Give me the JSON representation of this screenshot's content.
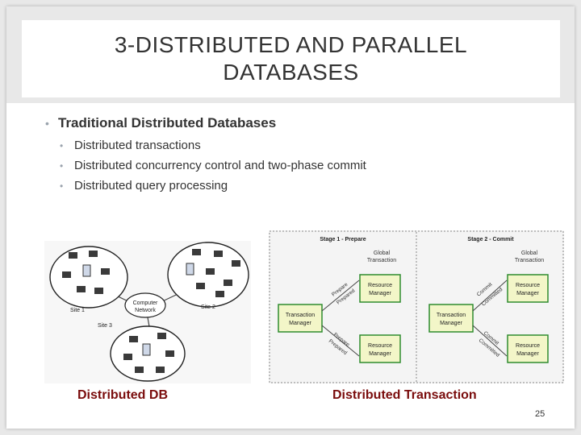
{
  "title": "3-DISTRIBUTED AND PARALLEL DATABASES",
  "bullets": {
    "main": "Traditional Distributed Databases",
    "sub": [
      "Distributed transactions",
      "Distributed concurrency control and two-phase commit",
      "Distributed query processing"
    ]
  },
  "figure_left": {
    "site1": "Site 1",
    "site2": "Site 2",
    "site3": "Site 3",
    "network_line1": "Computer",
    "network_line2": "Network"
  },
  "figure_right": {
    "stage1": "Stage 1 - Prepare",
    "stage2": "Stage 2 - Commit",
    "global_line1": "Global",
    "global_line2": "Transaction",
    "rm_line1": "Resource",
    "rm_line2": "Manager",
    "tm_line1": "Transaction",
    "tm_line2": "Manager",
    "prepare": "Prepare",
    "prepared": "Prepared",
    "commit": "Commit",
    "committed": "Committed"
  },
  "captions": {
    "left": "Distributed DB",
    "right": "Distributed Transaction"
  },
  "page_number": "25",
  "colors": {
    "caption": "#7a0c0c",
    "box_fill": "#f3f6c8",
    "box_border": "#2e8b2e"
  }
}
